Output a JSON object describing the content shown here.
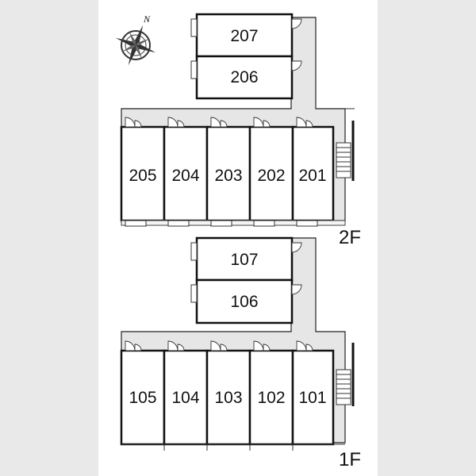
{
  "compass": {
    "north_label": "N",
    "icon": "compass-rose-icon"
  },
  "floors": [
    {
      "label": "2F",
      "units": [
        "207",
        "206",
        "205",
        "204",
        "203",
        "202",
        "201"
      ]
    },
    {
      "label": "1F",
      "units": [
        "107",
        "106",
        "105",
        "104",
        "103",
        "102",
        "101"
      ]
    }
  ]
}
